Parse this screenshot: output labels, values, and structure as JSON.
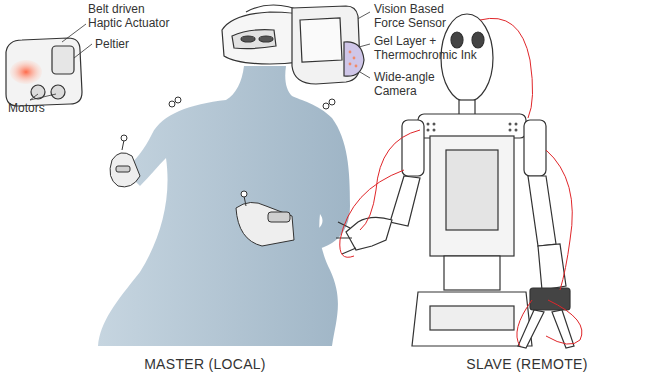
{
  "diagram": {
    "labels": [
      "Belt driven Haptic Actuator",
      "Peltier",
      "Motors",
      "Vision Based Force Sensor",
      "Gel Layer + Thermochromic Ink",
      "Wide-angle Camera",
      "MASTER (LOCAL)",
      "SLAVE (REMOTE)"
    ]
  }
}
